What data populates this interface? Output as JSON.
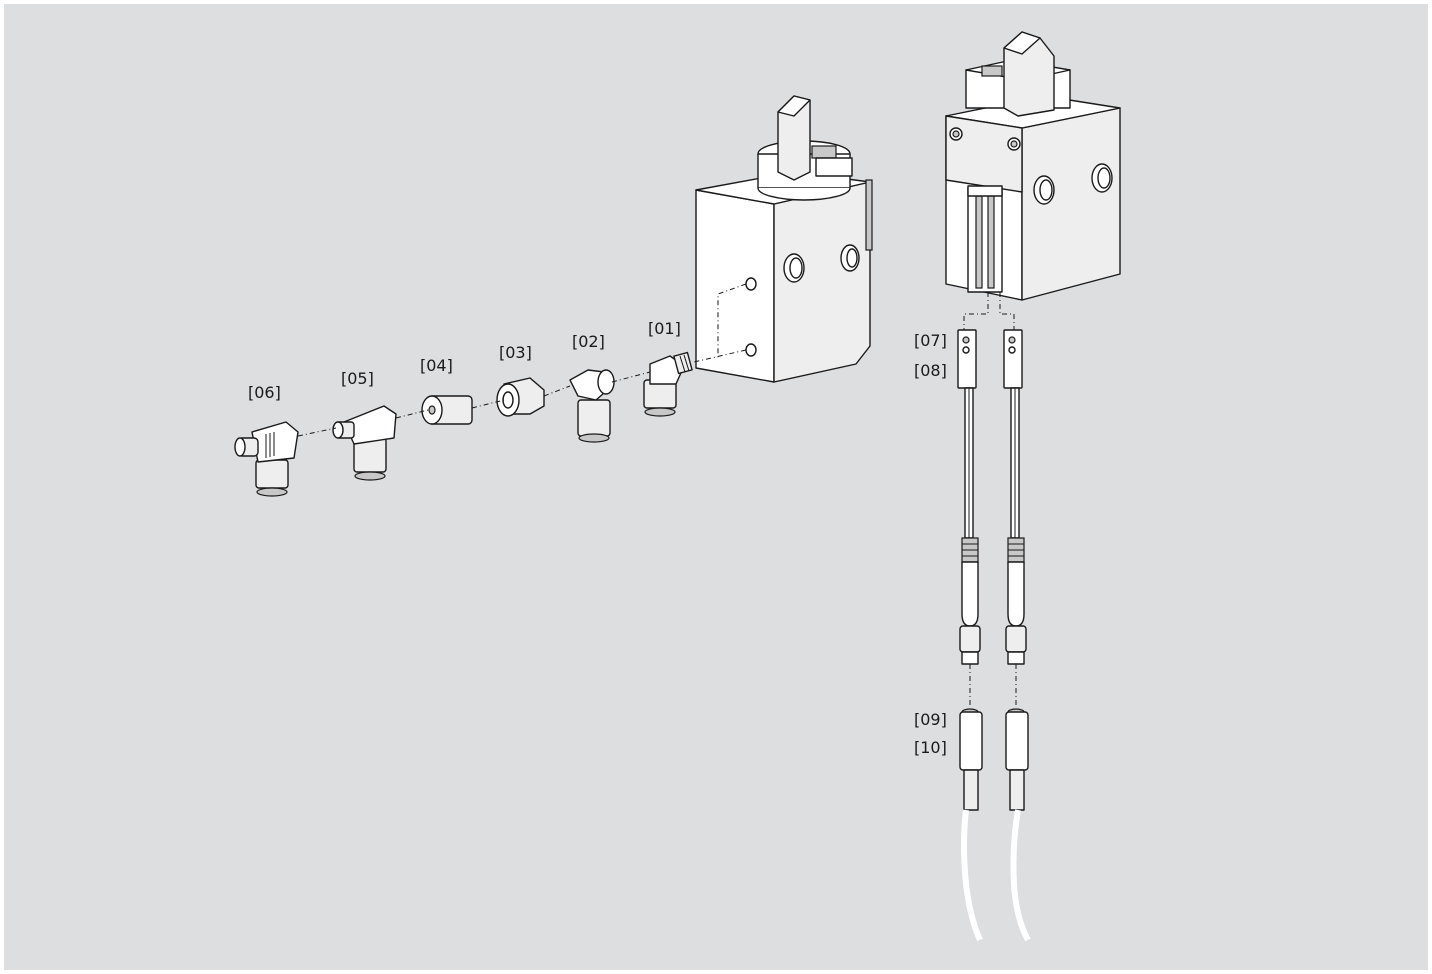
{
  "labels": {
    "p01": "[01]",
    "p02": "[02]",
    "p03": "[03]",
    "p04": "[04]",
    "p05": "[05]",
    "p06": "[06]",
    "p07": "[07]",
    "p08": "[08]",
    "p09": "[09]",
    "p10": "[10]"
  }
}
